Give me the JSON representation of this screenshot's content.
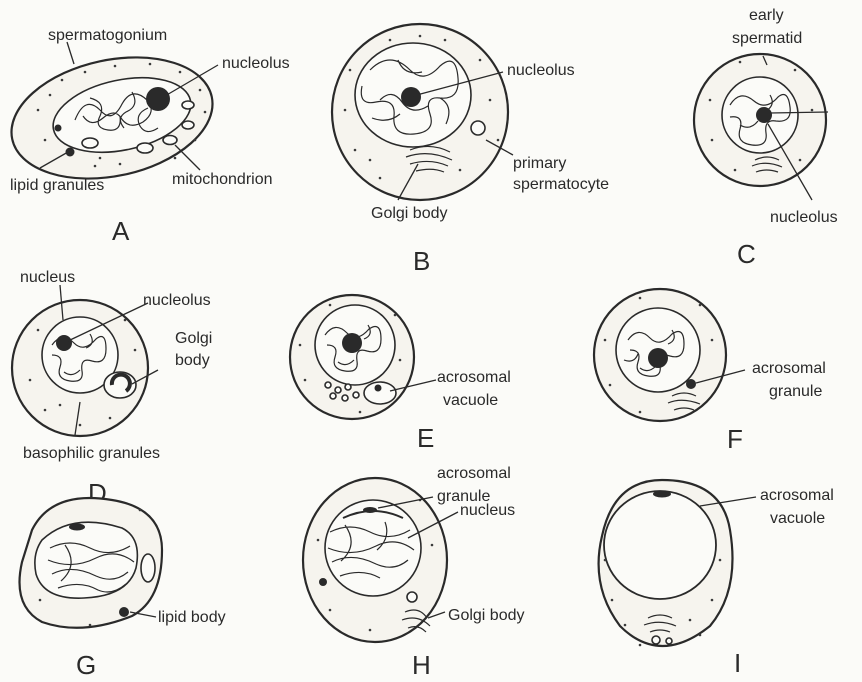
{
  "panels": {
    "A": {
      "letter": "A",
      "labels": {
        "spermatogonium": "spermatogonium",
        "nucleolus": "nucleolus",
        "lipid": "lipid granules",
        "mito": "mitochondrion"
      }
    },
    "B": {
      "letter": "B",
      "labels": {
        "nucleolus": "nucleolus",
        "primary1": "primary",
        "primary2": "spermatocyte",
        "golgi": "Golgi body"
      }
    },
    "C": {
      "letter": "C",
      "labels": {
        "early1": "early",
        "early2": "spermatid",
        "nucleolus": "nucleolus"
      }
    },
    "D": {
      "letter": "D",
      "labels": {
        "nucleus": "nucleus",
        "nucleolus": "nucleolus",
        "golgi1": "Golgi",
        "golgi2": "body",
        "baso": "basophilic granules"
      }
    },
    "E": {
      "letter": "E",
      "labels": {
        "acro1": "acrosomal",
        "acro2": "vacuole"
      }
    },
    "F": {
      "letter": "F",
      "labels": {
        "acro1": "acrosomal",
        "acro2": "granule"
      }
    },
    "G": {
      "letter": "G",
      "labels": {
        "lipid": "lipid body"
      }
    },
    "H": {
      "letter": "H",
      "labels": {
        "acro1": "acrosomal",
        "acro2": "granule",
        "nucleus": "nucleus",
        "golgi": "Golgi body"
      }
    },
    "I": {
      "letter": "I",
      "labels": {
        "acro1": "acrosomal",
        "acro2": "vacuole"
      }
    }
  }
}
